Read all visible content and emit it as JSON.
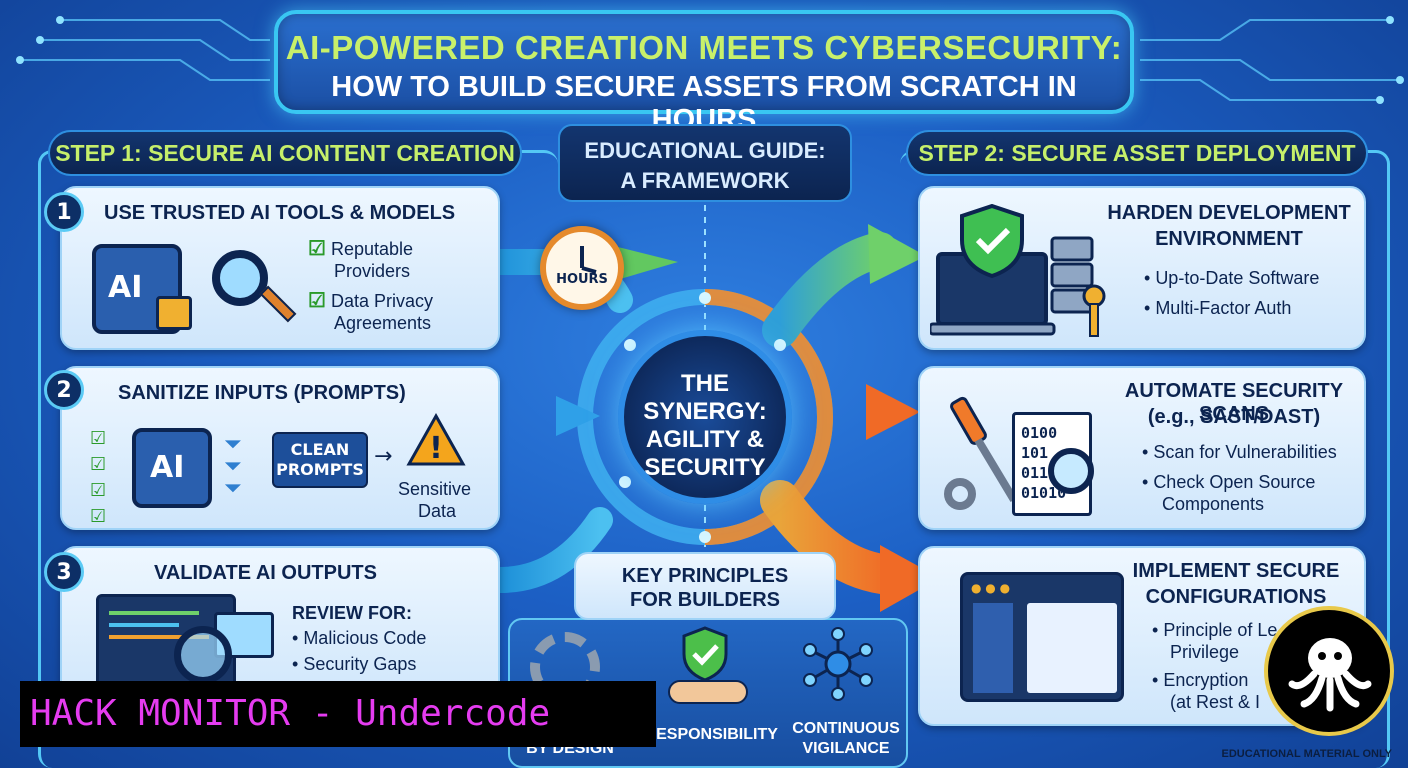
{
  "title": {
    "line1": "AI-POWERED CREATION MEETS CYBERSECURITY:",
    "line2": "HOW TO BUILD SECURE ASSETS FROM SCRATCH IN HOURS"
  },
  "step1": {
    "header": "STEP 1: SECURE AI CONTENT CREATION",
    "cards": [
      {
        "num": "1",
        "title": "USE TRUSTED AI TOOLS & MODELS",
        "items": [
          "Reputable",
          "Providers",
          "Data Privacy",
          "Agreements"
        ],
        "chip": "AI"
      },
      {
        "num": "2",
        "title": "SANITIZE INPUTS (PROMPTS)",
        "chip": "AI",
        "clean": [
          "CLEAN",
          "PROMPTS"
        ],
        "warn": [
          "Sensitive",
          "Data"
        ]
      },
      {
        "num": "3",
        "title": "VALIDATE AI OUTPUTS",
        "review": "REVIEW FOR:",
        "items": [
          "Malicious Code",
          "Security Gaps"
        ]
      }
    ]
  },
  "center": {
    "guide": [
      "EDUCATIONAL GUIDE:",
      "A FRAMEWORK"
    ],
    "clock": "HOURS",
    "hub": [
      "THE",
      "SYNERGY:",
      "AGILITY &",
      "SECURITY"
    ],
    "key_principles": [
      "KEY PRINCIPLES",
      "FOR BUILDERS"
    ],
    "principles": [
      "BY DESIGN",
      "ESPONSIBILITY",
      "CONTINUOUS",
      "VIGILANCE"
    ]
  },
  "step2": {
    "header": "STEP 2: SECURE ASSET DEPLOYMENT",
    "cards": [
      {
        "title": [
          "HARDEN DEVELOPMENT",
          "ENVIRONMENT"
        ],
        "items": [
          "Up-to-Date Software",
          "Multi-Factor Auth"
        ]
      },
      {
        "title": [
          "AUTOMATE SECURITY SCANS",
          "(e.g., SAST/DAST)"
        ],
        "items": [
          "Scan for Vulnerabilities",
          "Check Open Source",
          "Components"
        ],
        "code": [
          "0100",
          "101",
          "011",
          "01010"
        ]
      },
      {
        "title": [
          "IMPLEMENT SECURE",
          "CONFIGURATIONS"
        ],
        "items": [
          "Principle of Le",
          "Privilege",
          "Encryption",
          "(at Rest & I"
        ]
      }
    ]
  },
  "watermark": "HACK MONITOR - Undercode",
  "footer": "EDUCATIONAL MATERIAL ONLY",
  "colors": {
    "accent_green": "#c6ef6a",
    "arrow_orange": "#f07a2a",
    "arrow_green": "#5cc25a",
    "arrow_blue": "#2fa0e8"
  }
}
